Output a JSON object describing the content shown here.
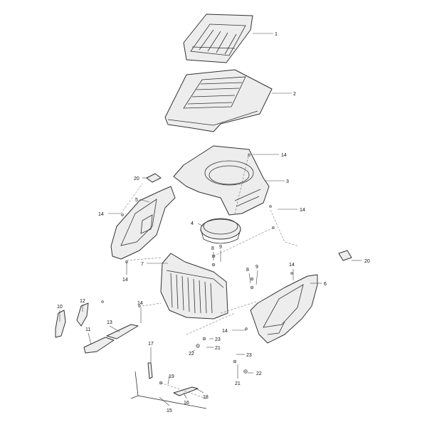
{
  "callouts": [
    {
      "id": "c1",
      "label": "1"
    },
    {
      "id": "c2",
      "label": "2"
    },
    {
      "id": "c3",
      "label": "3"
    },
    {
      "id": "c4",
      "label": "4"
    },
    {
      "id": "c5",
      "label": "5"
    },
    {
      "id": "c6",
      "label": "6"
    },
    {
      "id": "c7",
      "label": "7"
    },
    {
      "id": "c8a",
      "label": "8"
    },
    {
      "id": "c8b",
      "label": "8"
    },
    {
      "id": "c9a",
      "label": "9"
    },
    {
      "id": "c9b",
      "label": "9"
    },
    {
      "id": "c10",
      "label": "10"
    },
    {
      "id": "c11",
      "label": "11"
    },
    {
      "id": "c12",
      "label": "12"
    },
    {
      "id": "c13",
      "label": "13"
    },
    {
      "id": "c14a",
      "label": "14"
    },
    {
      "id": "c14b",
      "label": "14"
    },
    {
      "id": "c14c",
      "label": "14"
    },
    {
      "id": "c14d",
      "label": "14"
    },
    {
      "id": "c14e",
      "label": "14"
    },
    {
      "id": "c14f",
      "label": "14"
    },
    {
      "id": "c14g",
      "label": "14"
    },
    {
      "id": "c15",
      "label": "15"
    },
    {
      "id": "c16",
      "label": "16"
    },
    {
      "id": "c17",
      "label": "17"
    },
    {
      "id": "c18",
      "label": "18"
    },
    {
      "id": "c19",
      "label": "19"
    },
    {
      "id": "c20a",
      "label": "20"
    },
    {
      "id": "c20b",
      "label": "20"
    },
    {
      "id": "c21a",
      "label": "21"
    },
    {
      "id": "c21b",
      "label": "21"
    },
    {
      "id": "c22a",
      "label": "22"
    },
    {
      "id": "c22b",
      "label": "22"
    },
    {
      "id": "c23a",
      "label": "23"
    },
    {
      "id": "c23b",
      "label": "23"
    }
  ]
}
